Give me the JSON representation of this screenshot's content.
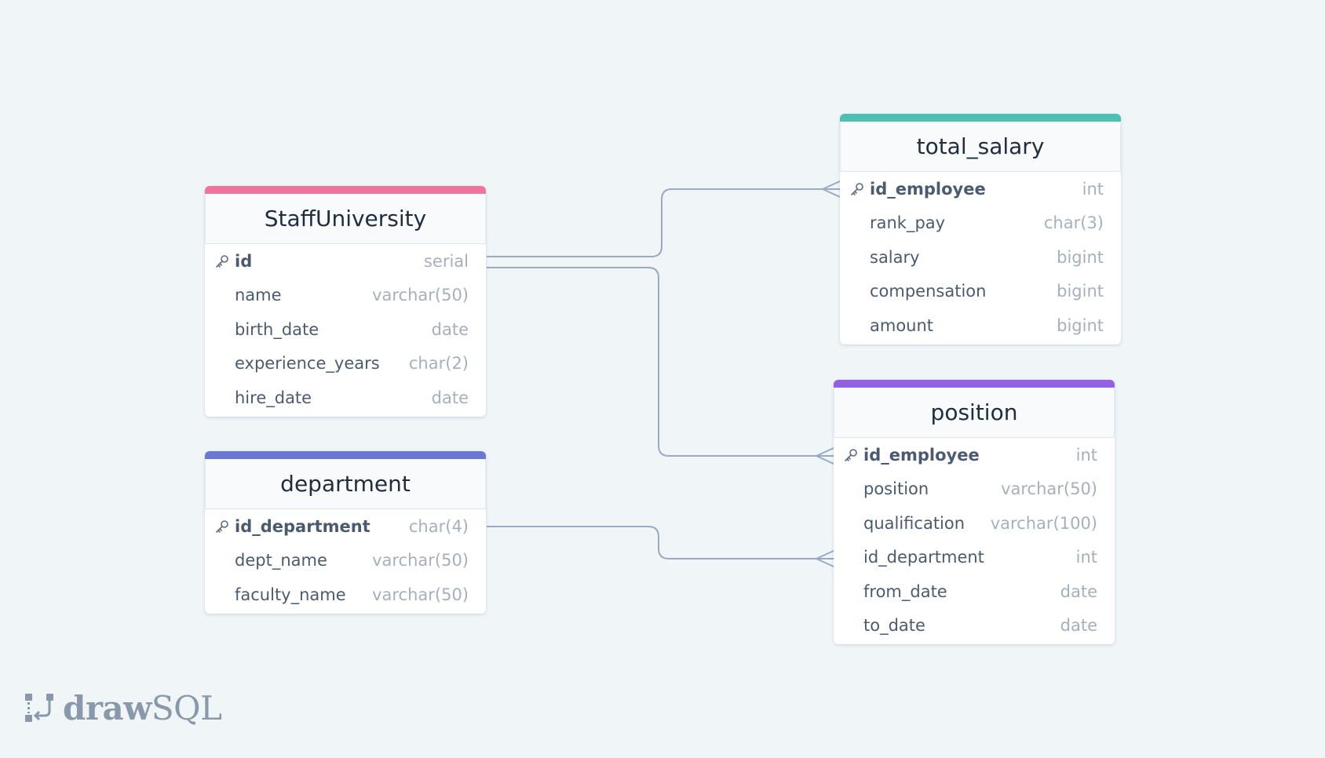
{
  "colors": {
    "background": "#f0f5f8",
    "connector": "#9aaac0",
    "staff_accent": "#f0739b",
    "department_accent": "#6a77d4",
    "total_salary_accent": "#4cc1b3",
    "position_accent": "#9462e0"
  },
  "tables": {
    "staff": {
      "name": "StaffUniversity",
      "columns": [
        {
          "name": "id",
          "type": "serial",
          "pk": true
        },
        {
          "name": "name",
          "type": "varchar(50)"
        },
        {
          "name": "birth_date",
          "type": "date"
        },
        {
          "name": "experience_years",
          "type": "char(2)"
        },
        {
          "name": "hire_date",
          "type": "date"
        }
      ]
    },
    "department": {
      "name": "department",
      "columns": [
        {
          "name": "id_department",
          "type": "char(4)",
          "pk": true
        },
        {
          "name": "dept_name",
          "type": "varchar(50)"
        },
        {
          "name": "faculty_name",
          "type": "varchar(50)"
        }
      ]
    },
    "total_salary": {
      "name": "total_salary",
      "columns": [
        {
          "name": "id_employee",
          "type": "int",
          "pk": true
        },
        {
          "name": "rank_pay",
          "type": "char(3)"
        },
        {
          "name": "salary",
          "type": "bigint"
        },
        {
          "name": "compensation",
          "type": "bigint"
        },
        {
          "name": "amount",
          "type": "bigint"
        }
      ]
    },
    "position": {
      "name": "position",
      "columns": [
        {
          "name": "id_employee",
          "type": "int",
          "pk": true
        },
        {
          "name": "position",
          "type": "varchar(50)"
        },
        {
          "name": "qualification",
          "type": "varchar(100)"
        },
        {
          "name": "id_department",
          "type": "int"
        },
        {
          "name": "from_date",
          "type": "date"
        },
        {
          "name": "to_date",
          "type": "date"
        }
      ]
    }
  },
  "relationships": [
    {
      "from": "StaffUniversity.id",
      "to": "total_salary.id_employee",
      "cardinality": "one-to-many"
    },
    {
      "from": "StaffUniversity.id",
      "to": "position.id_employee",
      "cardinality": "one-to-many"
    },
    {
      "from": "department.id_department",
      "to": "position.id_department",
      "cardinality": "one-to-many"
    }
  ],
  "logo": {
    "bold": "draw",
    "thin": "SQL",
    "icon": "drawsql-logo-icon"
  }
}
